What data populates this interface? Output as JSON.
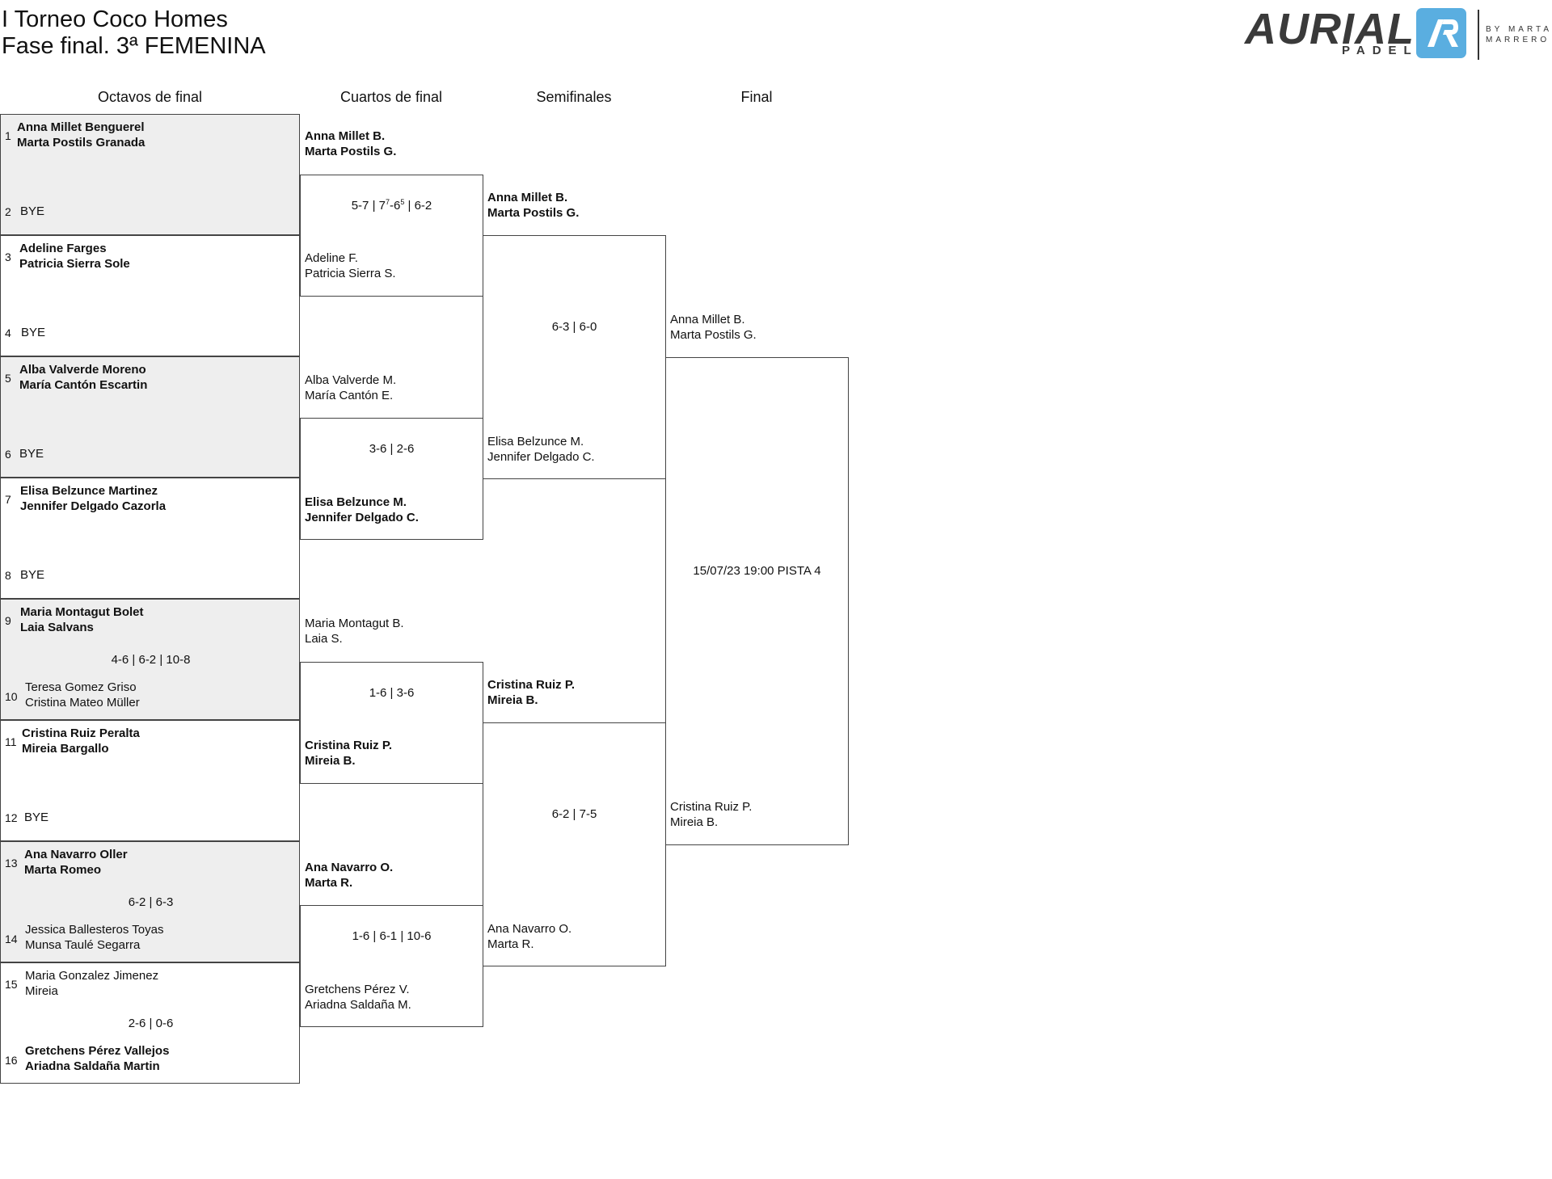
{
  "header": {
    "title_line1": "I Torneo Coco Homes",
    "title_line2": "Fase final. 3ª FEMENINA"
  },
  "logo": {
    "brand": "AURIAL",
    "sub": "PADEL",
    "by_line1": "BY MARTA",
    "by_line2": "MARRERO",
    "accent_color": "#5aaee0",
    "icon": "aurial-badge-icon"
  },
  "rounds": {
    "r16": "Octavos de final",
    "qf": "Cuartos de final",
    "sf": "Semifinales",
    "final": "Final"
  },
  "r16": [
    {
      "seed_a": "1",
      "a1": "Anna Millet Benguerel",
      "a2": "Marta Postils Granada",
      "seed_b": "2",
      "b1": "BYE",
      "b2": "",
      "score": ""
    },
    {
      "seed_a": "3",
      "a1": "Adeline Farges",
      "a2": "Patricia Sierra Sole",
      "seed_b": "4",
      "b1": "BYE",
      "b2": "",
      "score": ""
    },
    {
      "seed_a": "5",
      "a1": "Alba Valverde Moreno",
      "a2": "María Cantón Escartin",
      "seed_b": "6",
      "b1": "BYE",
      "b2": "",
      "score": ""
    },
    {
      "seed_a": "7",
      "a1": "Elisa Belzunce Martinez",
      "a2": "Jennifer Delgado Cazorla",
      "seed_b": "8",
      "b1": "BYE",
      "b2": "",
      "score": ""
    },
    {
      "seed_a": "9",
      "a1": "Maria Montagut Bolet",
      "a2": "Laia Salvans",
      "seed_b": "10",
      "b1": "Teresa Gomez Griso",
      "b2": "Cristina Mateo Müller",
      "score": "4-6 | 6-2 | 10-8"
    },
    {
      "seed_a": "11",
      "a1": "Cristina Ruiz Peralta",
      "a2": "Mireia Bargallo",
      "seed_b": "12",
      "b1": "BYE",
      "b2": "",
      "score": ""
    },
    {
      "seed_a": "13",
      "a1": "Ana Navarro Oller",
      "a2": "Marta Romeo",
      "seed_b": "14",
      "b1": "Jessica Ballesteros Toyas",
      "b2": "Munsa Taulé Segarra",
      "score": "6-2 | 6-3"
    },
    {
      "seed_a": "15",
      "a1": "Maria Gonzalez Jimenez",
      "a2": "Mireia",
      "seed_b": "16",
      "b1": "Gretchens Pérez Vallejos",
      "b2": "Ariadna Saldaña Martin",
      "score": "2-6 | 0-6"
    }
  ],
  "qf": [
    {
      "top1": "Anna Millet B.",
      "top2": "Marta Postils G.",
      "bot1": "Adeline F.",
      "bot2": "Patricia Sierra S.",
      "score_a": "5-7 | 7",
      "score_sup1": "7",
      "score_b": "-6",
      "score_sup2": "5",
      "score_c": " | 6-2"
    },
    {
      "top1": "Alba Valverde M.",
      "top2": "María Cantón E.",
      "bot1": "Elisa Belzunce M.",
      "bot2": "Jennifer Delgado C.",
      "score": "3-6 | 2-6"
    },
    {
      "top1": "Maria Montagut B.",
      "top2": "Laia S.",
      "bot1": "Cristina Ruiz P.",
      "bot2": "Mireia B.",
      "score": "1-6 | 3-6"
    },
    {
      "top1": "Ana Navarro O.",
      "top2": "Marta R.",
      "bot1": "Gretchens Pérez V.",
      "bot2": "Ariadna Saldaña M.",
      "score": "1-6 | 6-1 | 10-6"
    }
  ],
  "sf": [
    {
      "top1": "Anna Millet B.",
      "top2": "Marta Postils G.",
      "bot1": "Elisa Belzunce M.",
      "bot2": "Jennifer Delgado C.",
      "score": "6-3 | 6-0"
    },
    {
      "top1": "Cristina Ruiz P.",
      "top2": "Mireia B.",
      "bot1": "Ana Navarro O.",
      "bot2": "Marta R.",
      "score": "6-2 | 7-5"
    }
  ],
  "final": {
    "top1": "Anna Millet B.",
    "top2": "Marta Postils G.",
    "bot1": "Cristina Ruiz P.",
    "bot2": "Mireia B.",
    "info": "15/07/23 19:00 PISTA 4"
  }
}
